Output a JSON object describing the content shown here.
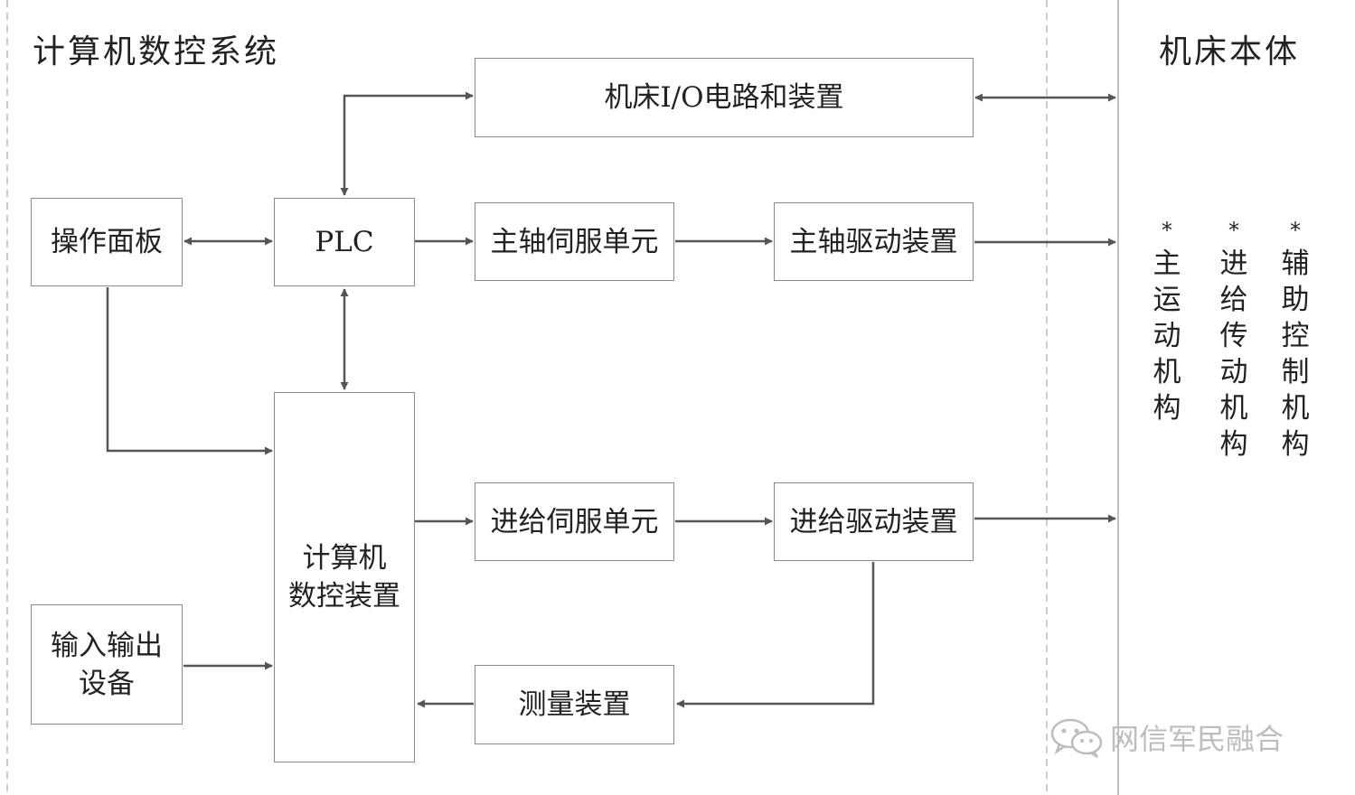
{
  "sections": {
    "left_title": "计算机数控系统",
    "right_title": "机床本体"
  },
  "blocks": {
    "io_circuit": "机床I/O电路和装置",
    "operator_panel": "操作面板",
    "plc": "PLC",
    "spindle_servo": "主轴伺服单元",
    "spindle_drive": "主轴驱动装置",
    "cnc_unit": "计算机\n数控装置",
    "feed_servo": "进给伺服单元",
    "feed_drive": "进给驱动装置",
    "io_device": "输入输出\n设备",
    "measure": "测量装置"
  },
  "mechanisms": [
    {
      "marker": "*",
      "chars": [
        "主",
        "运",
        "动",
        "机",
        "构"
      ]
    },
    {
      "marker": "*",
      "chars": [
        "进",
        "给",
        "传",
        "动",
        "机",
        "构"
      ]
    },
    {
      "marker": "*",
      "chars": [
        "辅",
        "助",
        "控",
        "制",
        "机",
        "构"
      ]
    }
  ],
  "watermark": {
    "text": "网信军民融合",
    "icon": "wechat-icon"
  },
  "colors": {
    "border": "#8a8a8a",
    "arrow": "#555555",
    "dash": "#bbbbbb",
    "watermark": "#bdbdbd"
  }
}
